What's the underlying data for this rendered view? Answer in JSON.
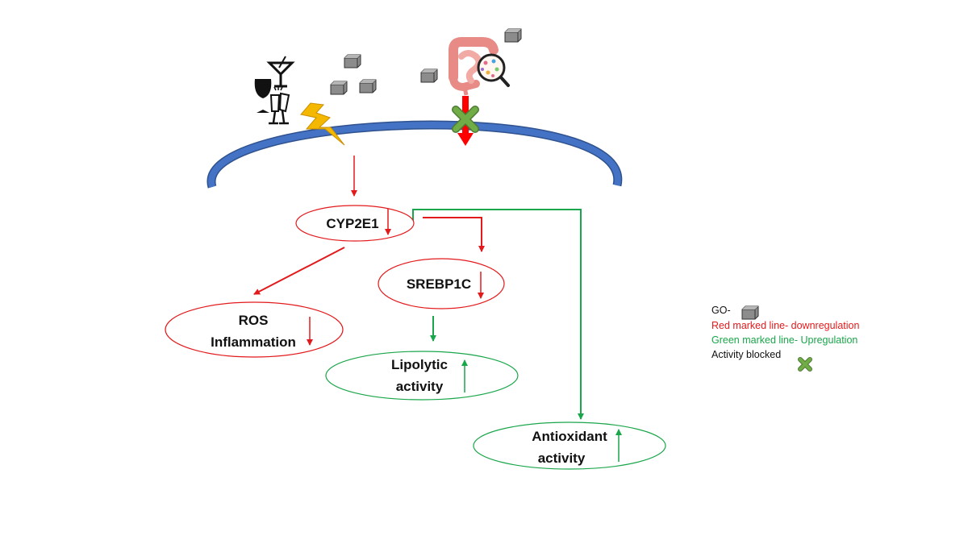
{
  "nodes": {
    "cyp2e1": {
      "label": "CYP2E1"
    },
    "srebp1c": {
      "label": "SREBP1C"
    },
    "ros": {
      "line1": "ROS",
      "line2": "Inflammation"
    },
    "lipolytic": {
      "line1": "Lipolytic",
      "line2": "activity"
    },
    "antioxidant": {
      "line1": "Antioxidant",
      "line2": "activity"
    }
  },
  "legend": {
    "go": "GO-",
    "red": "Red marked  line- downregulation",
    "green": "Green marked  line- Upregulation",
    "blocked": "Activity blocked"
  },
  "colors": {
    "red": "#e31a1c",
    "green": "#1aa64a",
    "membrane": "#4472c4",
    "membrane_edge": "#2f528f",
    "lightning": "#f5b800",
    "cross": "#6fa84a",
    "go_flake": "#8c8c8c"
  },
  "icons": [
    "alcohol-glasses-icon",
    "lightning-icon",
    "intestine-icon",
    "magnifier-icon",
    "graphene-oxide-flake-icon",
    "blocked-cross-icon"
  ]
}
